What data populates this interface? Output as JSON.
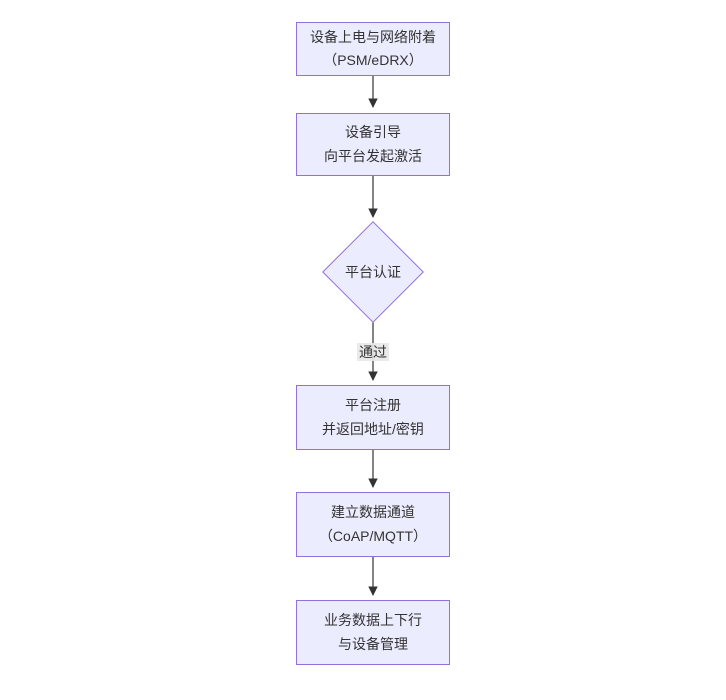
{
  "diagram": {
    "type": "flowchart-top-down",
    "nodes": {
      "power_on": {
        "line1": "设备上电与网络附着",
        "line2": "（PSM/eDRX）"
      },
      "bootstrap": {
        "line1": "设备引导",
        "line2": "向平台发起激活"
      },
      "auth": {
        "label": "平台认证"
      },
      "register": {
        "line1": "平台注册",
        "line2": "并返回地址/密钥"
      },
      "channel": {
        "line1": "建立数据通道",
        "line2": "（CoAP/MQTT）"
      },
      "business": {
        "line1": "业务数据上下行",
        "line2": "与设备管理"
      }
    },
    "edges": {
      "auth_pass_label": "通过"
    },
    "colors": {
      "node_fill": "#ECECFF",
      "node_border": "#9370DB",
      "text": "#333333",
      "arrow": "#333333",
      "edge_label_bg": "#E8E8E8",
      "background": "#FFFFFF"
    }
  }
}
